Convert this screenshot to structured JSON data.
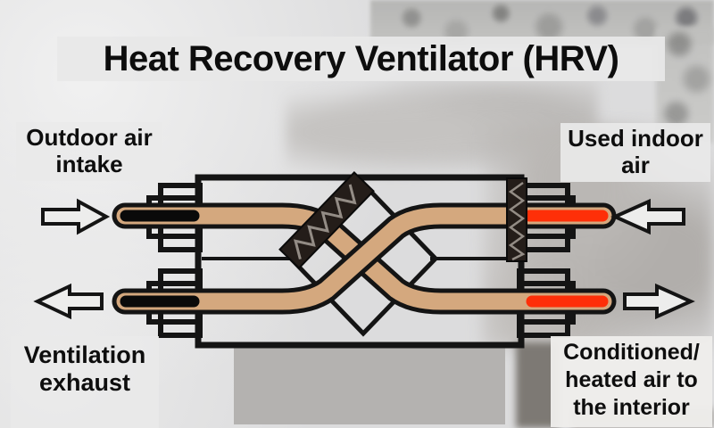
{
  "title": "Heat Recovery Ventilator (HRV)",
  "labels": {
    "outdoor_intake": {
      "line1": "Outdoor air",
      "line2": "intake"
    },
    "used_indoor": {
      "line1": "Used indoor",
      "line2": "air"
    },
    "ventilation_exhaust": {
      "line1": "Ventilation",
      "line2": "exhaust"
    },
    "conditioned_supply": {
      "line1": "Conditioned/",
      "line2": "heated air to",
      "line3": "the interior"
    }
  },
  "icons": {
    "intake_arrow": "arrow-right",
    "used_air_arrow": "arrow-left",
    "exhaust_arrow": "arrow-left",
    "supply_arrow": "arrow-right",
    "exchanger_plates": "zigzag-plates"
  },
  "colors": {
    "cold_air": "#0a0a0a",
    "warm_air": "#fe2f08",
    "exchanger_channel": "#d4a87e",
    "outline": "#141414",
    "label_background": "#e9e9e9",
    "page_background": "#dcdcdd",
    "plates_dark": "#241d19",
    "plates_zigzag": "#938c85",
    "arrow_fill": "#ededec"
  }
}
